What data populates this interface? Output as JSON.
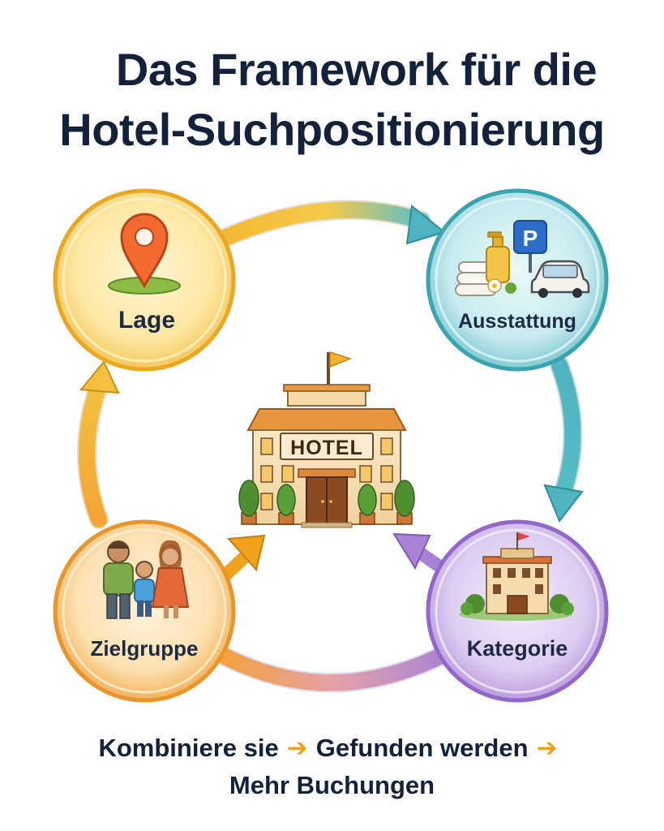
{
  "title": {
    "line1": "Das Framework für die",
    "line2": "Hotel-Suchpositionierung"
  },
  "center": {
    "sign_text": "HOTEL",
    "icon": "hotel-building-icon"
  },
  "nodes": [
    {
      "id": "lage",
      "label": "Lage",
      "icon": "map-pin-icon",
      "color": "#f3b73a"
    },
    {
      "id": "ausstattung",
      "label": "Ausstattung",
      "icon": "amenities-parking-icon",
      "color": "#4fb3c2"
    },
    {
      "id": "kategorie",
      "label": "Kategorie",
      "icon": "building-category-icon",
      "color": "#a07ad0"
    },
    {
      "id": "zielgruppe",
      "label": "Zielgruppe",
      "icon": "family-icon",
      "color": "#f09a35"
    }
  ],
  "amenities": {
    "parking_sign": "P"
  },
  "footer": {
    "step1": "Kombiniere sie",
    "step2": "Gefunden werden",
    "step3": "Mehr Buchungen",
    "arrow": "➔"
  },
  "colors": {
    "title": "#14213a",
    "orange": "#f0a21c",
    "teal": "#4fb3c2",
    "purple": "#a07ad0"
  }
}
